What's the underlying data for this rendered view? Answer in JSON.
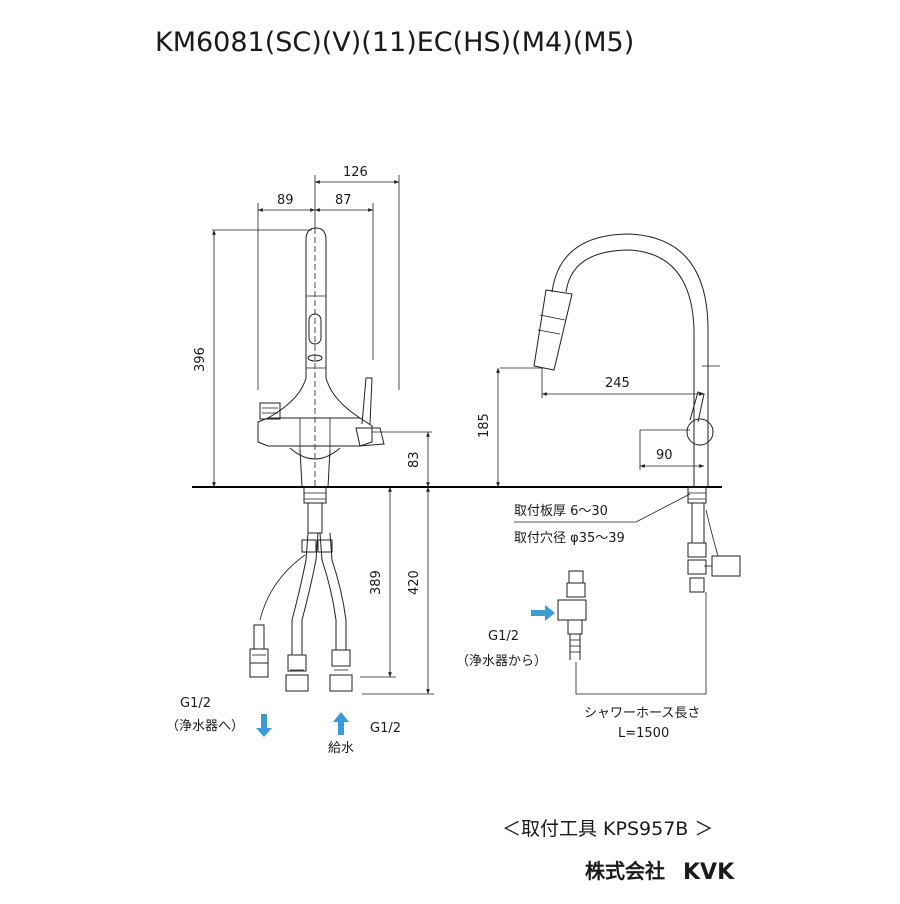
{
  "title": "KM6081(SC)(V)(11)EC(HS)(M4)(M5)",
  "dimensions": {
    "d126": "126",
    "d89": "89",
    "d87": "87",
    "d396": "396",
    "d83": "83",
    "d389": "389",
    "d420": "420",
    "d185": "185",
    "d245": "245",
    "d90": "90"
  },
  "labels": {
    "board_thickness": "取付板厚 6～30",
    "hole_diameter": "取付穴径 φ35～39",
    "g12_purifier_out": "G1/2",
    "to_purifier": "（浄水器へ）",
    "g12_supply": "G1/2",
    "water_supply": "給水",
    "g12_purifier_in": "G1/2",
    "from_purifier": "（浄水器から）",
    "hose_length": "シャワーホース長さ",
    "hose_value": "L=1500"
  },
  "footer": {
    "tool": "＜取付工具 KPS957B ＞",
    "company_prefix": "株式会社",
    "company_logo": "KVK"
  },
  "colors": {
    "arrow_blue": "#3a9bd6",
    "line": "#222222"
  }
}
